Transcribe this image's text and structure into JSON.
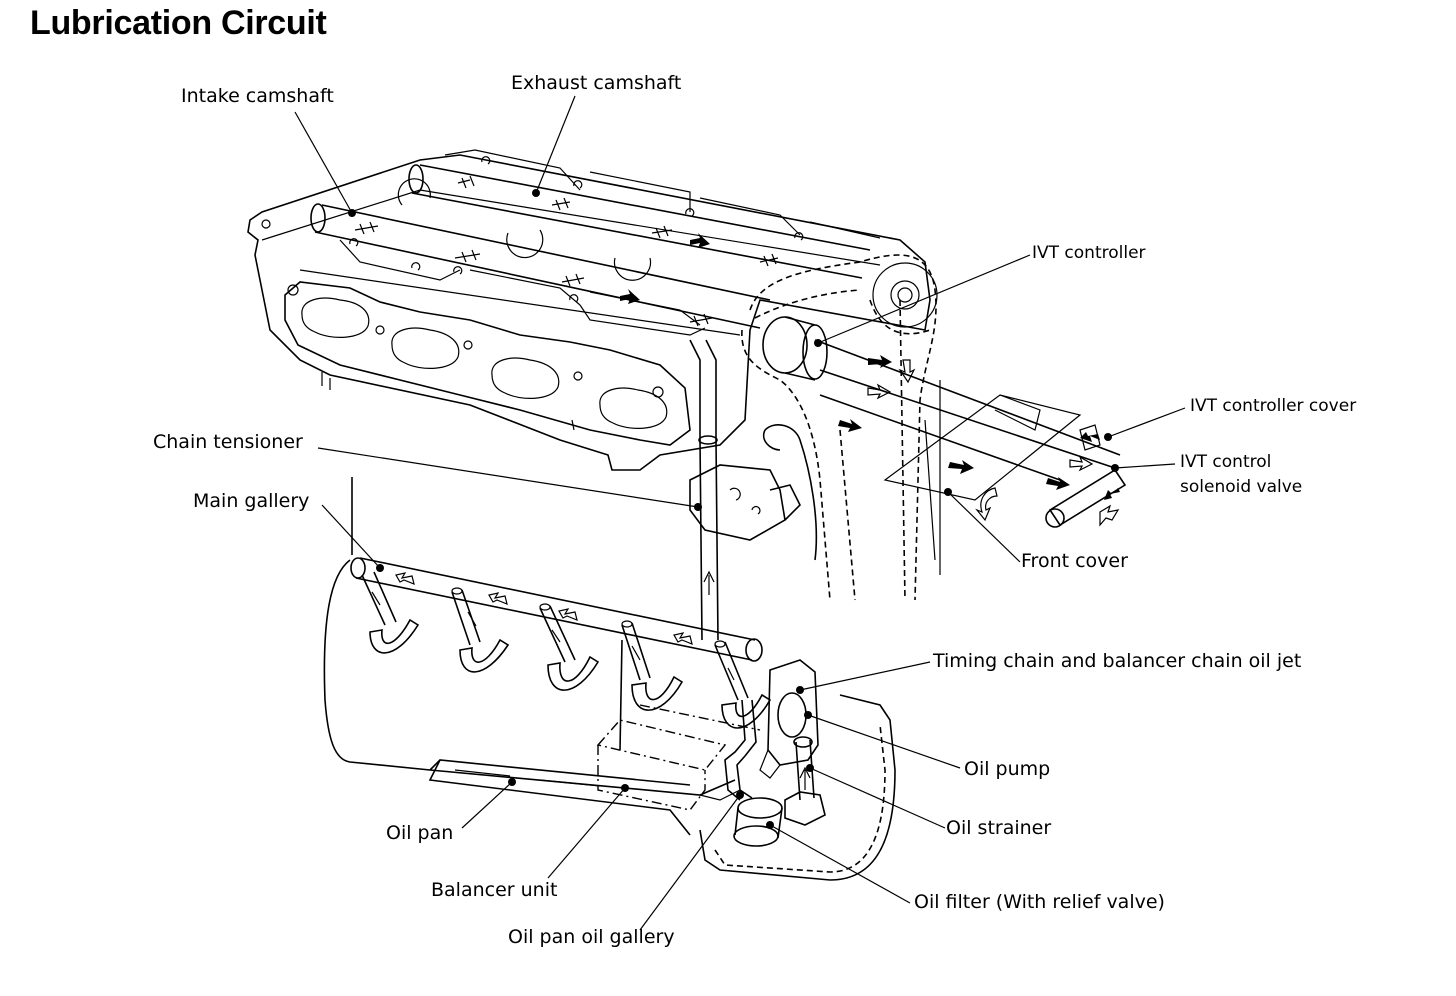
{
  "title": "Lubrication Circuit",
  "labels": {
    "intake_camshaft": "Intake camshaft",
    "exhaust_camshaft": "Exhaust camshaft",
    "ivt_controller": "IVT controller",
    "ivt_controller_cover": "IVT controller cover",
    "ivt_control_solenoid_valve_line1": "IVT control",
    "ivt_control_solenoid_valve_line2": "solenoid valve",
    "chain_tensioner": "Chain tensioner",
    "main_gallery": "Main gallery",
    "front_cover": "Front cover",
    "timing_chain_oil_jet": "Timing chain and balancer chain oil jet",
    "oil_pump": "Oil pump",
    "oil_strainer": "Oil strainer",
    "oil_filter": "Oil filter (With relief valve)",
    "oil_pan": "Oil pan",
    "balancer_unit": "Balancer unit",
    "oil_pan_oil_gallery": "Oil pan oil gallery"
  }
}
